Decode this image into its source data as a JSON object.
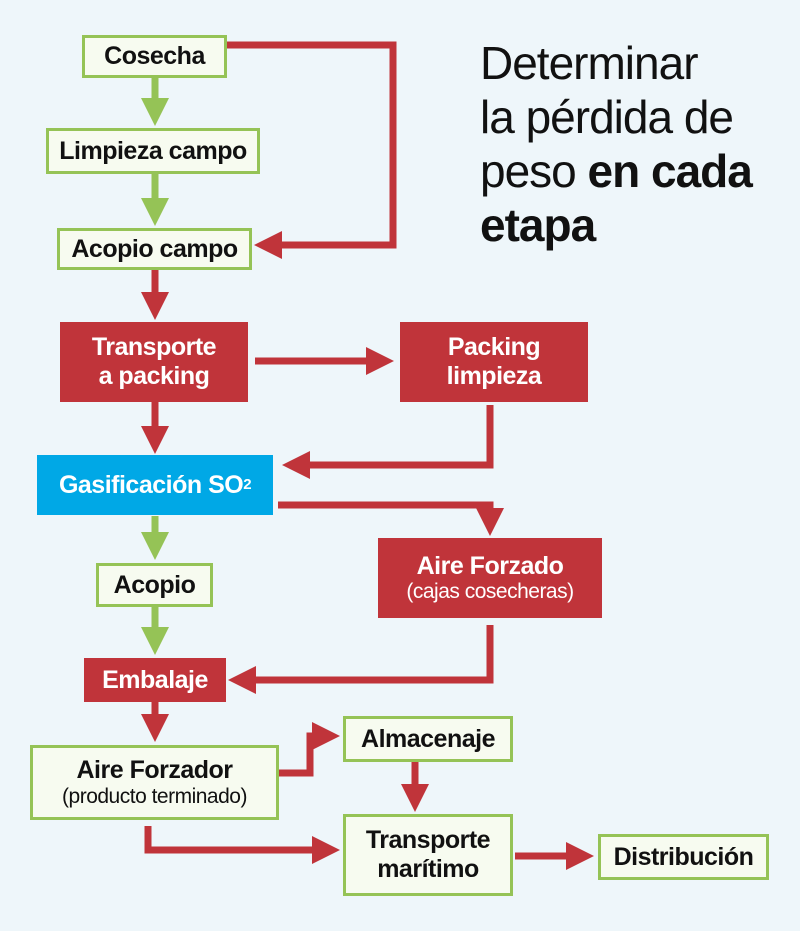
{
  "title": {
    "line1": "Determinar",
    "line2": "la pérdida de",
    "line3_normal": "peso ",
    "line3_bold": "en cada",
    "line4_bold": "etapa"
  },
  "nodes": {
    "cosecha": "Cosecha",
    "limpieza_campo": "Limpieza campo",
    "acopio_campo": "Acopio campo",
    "transporte_packing_1": "Transporte",
    "transporte_packing_2": "a packing",
    "packing_limpieza_1": "Packing",
    "packing_limpieza_2": "limpieza",
    "gasificacion": "Gasificación SO",
    "gasificacion_sub": "2",
    "aire_forzado": "Aire Forzado",
    "aire_forzado_sub": "(cajas cosecheras)",
    "acopio": "Acopio",
    "embalaje": "Embalaje",
    "aire_forzador": "Aire Forzador",
    "aire_forzador_sub": "(producto terminado)",
    "almacenaje": "Almacenaje",
    "transporte_maritimo_1": "Transporte",
    "transporte_maritimo_2": "marítimo",
    "distribucion": "Distribución"
  },
  "colors": {
    "red": "#c0343a",
    "green": "#95c356",
    "blue": "#00a8e6",
    "background": "#eef6fa"
  }
}
